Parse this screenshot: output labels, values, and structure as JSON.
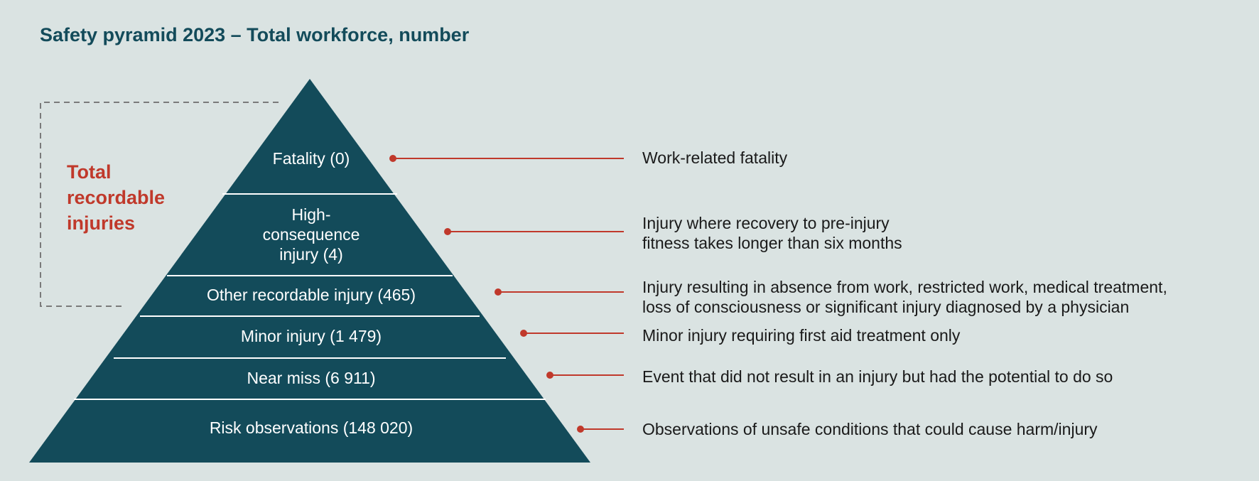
{
  "title": "Safety pyramid 2023 – Total workforce, number",
  "bracket_label": "Total\nrecordable\ninjuries",
  "colors": {
    "background": "#dae3e2",
    "pyramid": "#134b5a",
    "accent": "#c0392b",
    "title": "#134b5a"
  },
  "tiers": [
    {
      "label": "Fatality (0)",
      "description": "Work-related fatality"
    },
    {
      "label": "High-\nconsequence\ninjury (4)",
      "description": "Injury where recovery to pre-injury\nfitness takes longer than six months"
    },
    {
      "label": "Other recordable injury (465)",
      "description": "Injury resulting in absence from work, restricted work, medical treatment,\nloss of consciousness or significant injury diagnosed by a physician"
    },
    {
      "label": "Minor injury (1 479)",
      "description": "Minor injury requiring first aid treatment only"
    },
    {
      "label": "Near miss (6 911)",
      "description": "Event that did not result in an injury but had the potential to do so"
    },
    {
      "label": "Risk observations (148 020)",
      "description": "Observations of unsafe conditions that could cause harm/injury"
    }
  ]
}
